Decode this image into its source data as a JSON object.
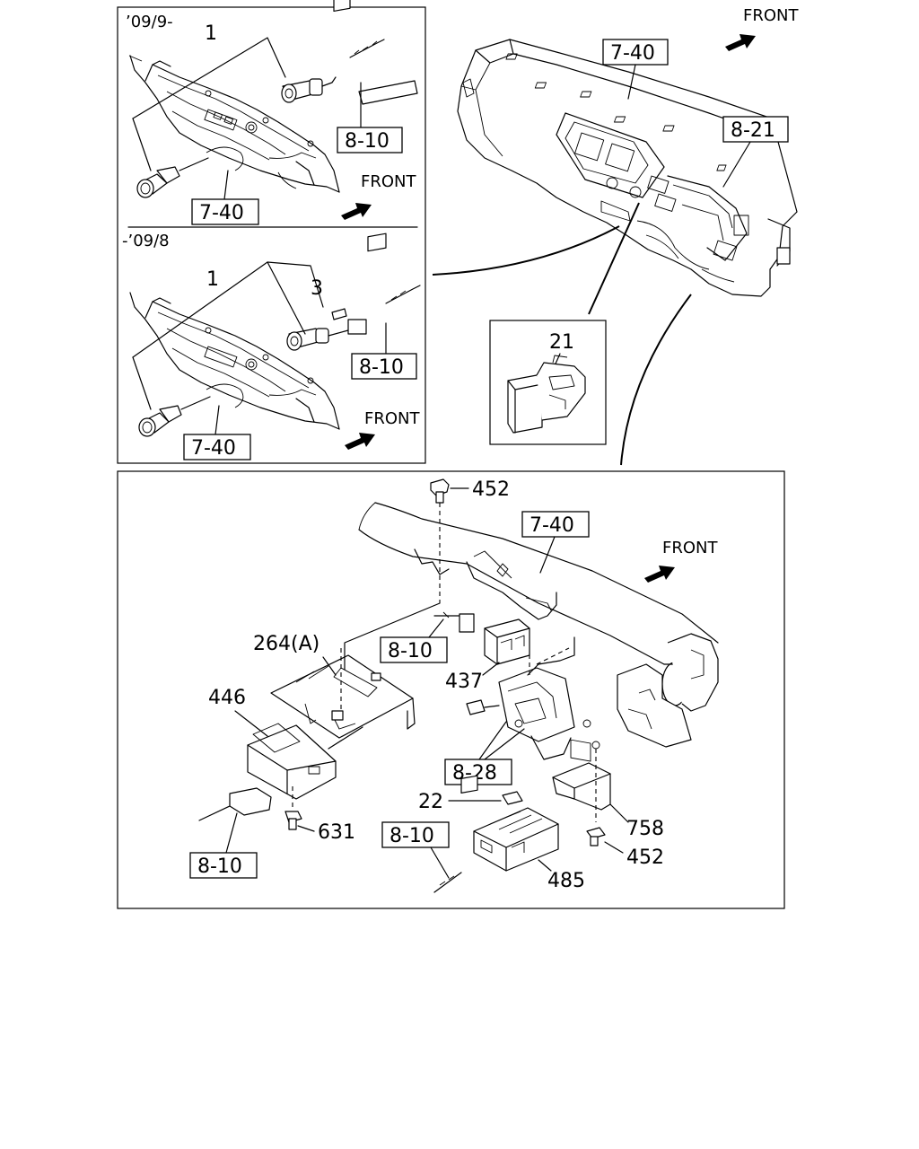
{
  "diagram": {
    "top_left_panel": {
      "variant_new_label": "’09/9-",
      "variant_old_label": "-’09/8",
      "callouts_new": {
        "part1": "1",
        "ref_top": "8-10",
        "ref_bottom": "7-40",
        "front": "FRONT"
      },
      "callouts_old": {
        "part1": "1",
        "part3": "3",
        "ref_top": "8-10",
        "ref_bottom": "7-40",
        "front": "FRONT"
      }
    },
    "top_right": {
      "front": "FRONT",
      "ref_dashboard": "7-40",
      "ref_harness": "8-21",
      "inset_part": "21"
    },
    "bottom_panel": {
      "front": "FRONT",
      "ref_crossmember": "7-40",
      "ref_harness_mid": "8-10",
      "ref_harness_left": "8-10",
      "ref_harness_bottom": "8-10",
      "ref_bracket": "8-28",
      "parts": {
        "p452_top": "452",
        "p264": "264(A)",
        "p446": "446",
        "p437": "437",
        "p22": "22",
        "p631": "631",
        "p758": "758",
        "p452_bottom": "452",
        "p485": "485"
      }
    }
  }
}
